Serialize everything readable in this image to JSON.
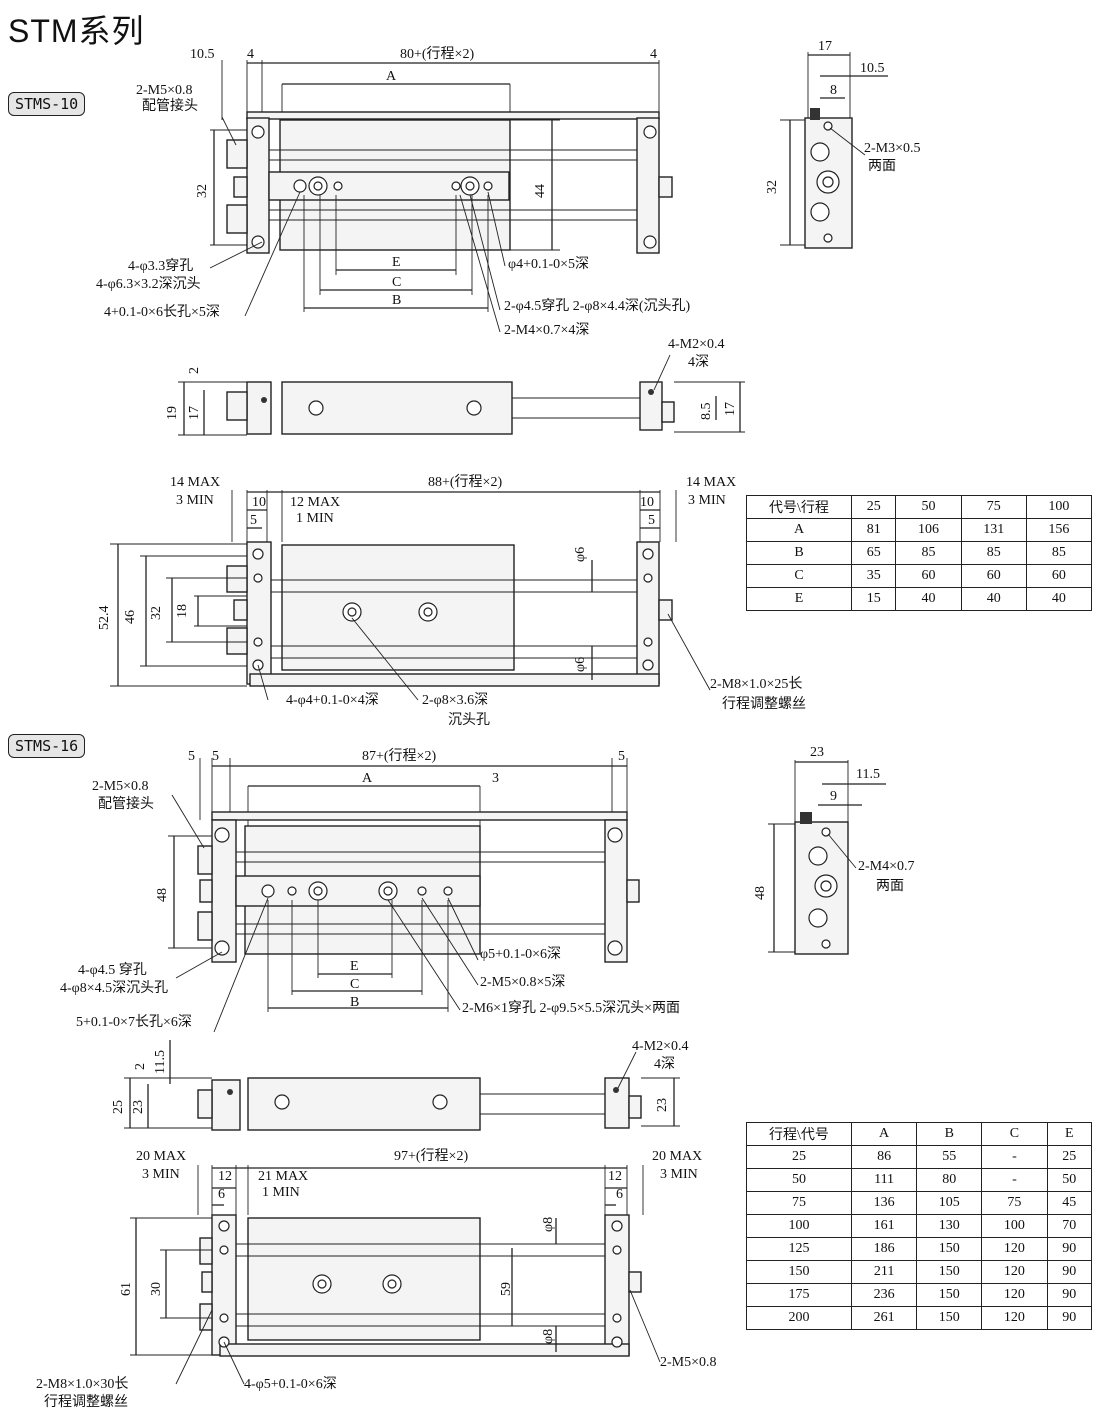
{
  "title": "STM系列",
  "sections": {
    "stms10": {
      "badge": "STMS-10",
      "top": {
        "d105": "10.5",
        "d4a": "4",
        "length": "80+(行程×2)",
        "d4b": "4",
        "a": "A",
        "d32": "32",
        "d44": "44",
        "port": "2-M5×0.8",
        "port2": "配管接头",
        "hole1": "4-φ3.3穿孔",
        "hole2": "4-φ6.3×3.2深沉头",
        "slot": "4+0.1-0×6长孔×5深",
        "e": "E",
        "c": "C",
        "b": "B",
        "pin": "φ4+0.1-0×5深",
        "thru": "2-φ4.5穿孔 2-φ8×4.4深(沉头孔)",
        "tap": "2-M4×0.7×4深"
      },
      "side": {
        "d17": "17",
        "d105": "10.5",
        "d8": "8",
        "d32": "32",
        "tap": "2-M3×0.5",
        "both": "两面"
      },
      "front": {
        "d2": "2",
        "d19": "19",
        "d17": "17",
        "tap": "4-M2×0.4",
        "depth": "4深",
        "d85": "8.5",
        "d17b": "17"
      },
      "bottom": {
        "l_max": "14 MAX",
        "l_min": "3 MIN",
        "d10": "10",
        "d5": "5",
        "mid_max": "12 MAX",
        "mid_min": "1 MIN",
        "length": "88+(行程×2)",
        "d10b": "10",
        "d5b": "5",
        "r_max": "14 MAX",
        "r_min": "3 MIN",
        "d524": "52.4",
        "d46": "46",
        "d32": "32",
        "d18": "18",
        "phi6a": "φ6",
        "phi6b": "φ6",
        "pin": "4-φ4+0.1-0×4深",
        "cb": "2-φ8×3.6深",
        "cb2": "沉头孔",
        "screw": "2-M8×1.0×25长",
        "screw2": "行程调整螺丝"
      },
      "table": {
        "header": [
          "代号\\行程",
          "25",
          "50",
          "75",
          "100"
        ],
        "rows": [
          [
            "A",
            "81",
            "106",
            "131",
            "156"
          ],
          [
            "B",
            "65",
            "85",
            "85",
            "85"
          ],
          [
            "C",
            "35",
            "60",
            "60",
            "60"
          ],
          [
            "E",
            "15",
            "40",
            "40",
            "40"
          ]
        ]
      }
    },
    "stms16": {
      "badge": "STMS-16",
      "top": {
        "d5a": "5",
        "d5b": "5",
        "length": "87+(行程×2)",
        "d5c": "5",
        "a": "A",
        "d3": "3",
        "port": "2-M5×0.8",
        "port2": "配管接头",
        "d48": "48",
        "hole1": "4-φ4.5 穿孔",
        "hole2": "4-φ8×4.5深沉头孔",
        "slot": "5+0.1-0×7长孔×6深",
        "e": "E",
        "c": "C",
        "b": "B",
        "pin": "φ5+0.1-0×6深",
        "tap": "2-M5×0.8×5深",
        "thru": "2-M6×1穿孔 2-φ9.5×5.5深沉头×两面"
      },
      "side": {
        "d23": "23",
        "d115": "11.5",
        "d9": "9",
        "d48": "48",
        "tap": "2-M4×0.7",
        "both": "两面"
      },
      "front": {
        "d2": "2",
        "d115": "11.5",
        "d25": "25",
        "d23": "23",
        "tap": "4-M2×0.4",
        "depth": "4深",
        "d23b": "23"
      },
      "bottom": {
        "l_max": "20 MAX",
        "l_min": "3 MIN",
        "d12": "12",
        "d6": "6",
        "mid_max": "21 MAX",
        "mid_min": "1 MIN",
        "length": "97+(行程×2)",
        "d12b": "12",
        "d6b": "6",
        "r_max": "20 MAX",
        "r_min": "3 MIN",
        "d61": "61",
        "d30": "30",
        "d59": "59",
        "phi8a": "φ8",
        "phi8b": "φ8",
        "tap": "2-M5×0.8",
        "screw": "2-M8×1.0×30长",
        "screw2": "行程调整螺丝",
        "pin": "4-φ5+0.1-0×6深"
      },
      "table": {
        "header": [
          "行程\\代号",
          "A",
          "B",
          "C",
          "E"
        ],
        "rows": [
          [
            "25",
            "86",
            "55",
            "-",
            "25"
          ],
          [
            "50",
            "111",
            "80",
            "-",
            "50"
          ],
          [
            "75",
            "136",
            "105",
            "75",
            "45"
          ],
          [
            "100",
            "161",
            "130",
            "100",
            "70"
          ],
          [
            "125",
            "186",
            "150",
            "120",
            "90"
          ],
          [
            "150",
            "211",
            "150",
            "120",
            "90"
          ],
          [
            "175",
            "236",
            "150",
            "120",
            "90"
          ],
          [
            "200",
            "261",
            "150",
            "120",
            "90"
          ]
        ]
      }
    }
  }
}
